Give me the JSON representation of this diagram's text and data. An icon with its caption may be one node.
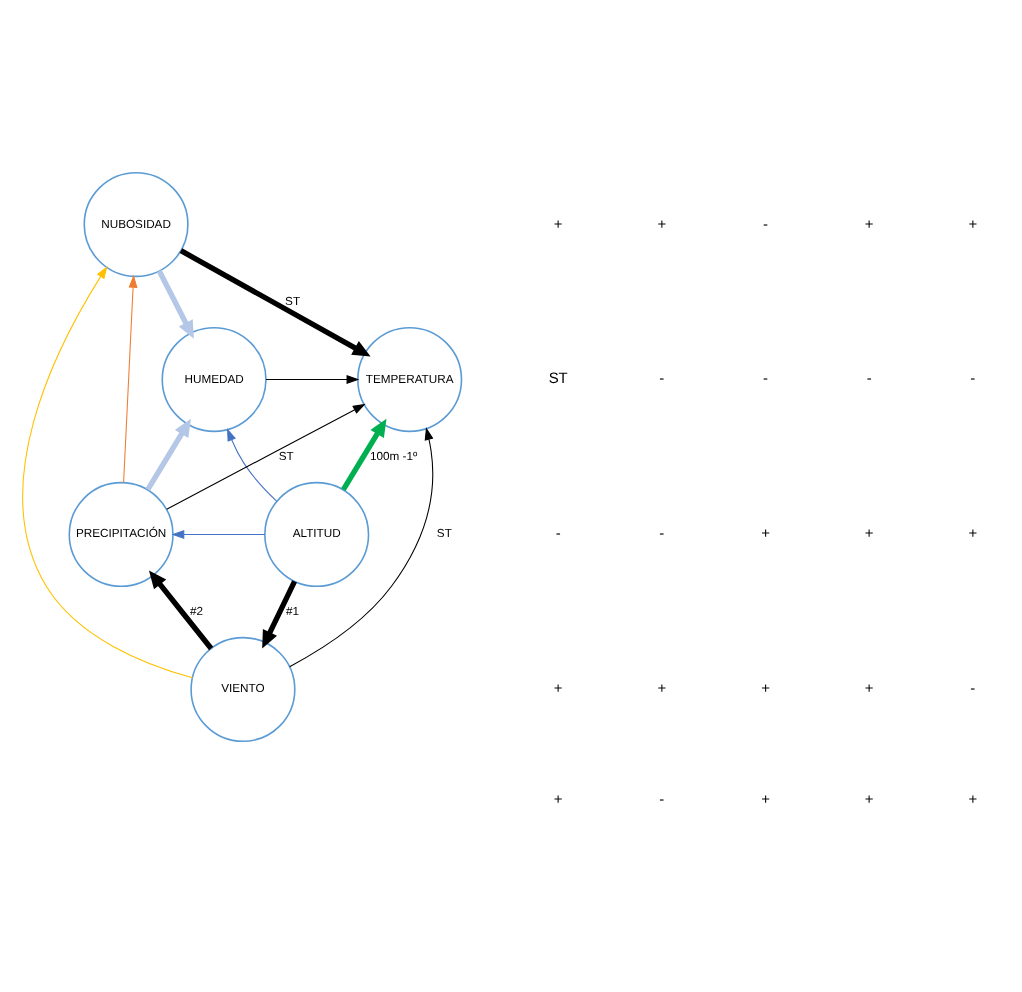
{
  "diagram": {
    "nodes": [
      {
        "text": [
          "NUBOSIDAD"
        ]
      },
      {
        "text": [
          "HUMEDAD"
        ]
      },
      {
        "text": [
          "TEMPERATURA"
        ]
      },
      {
        "text": [
          "PRECIPITACIÓN"
        ]
      },
      {
        "text": [
          "ALTITUD"
        ]
      },
      {
        "text": [
          "VIENTO"
        ]
      }
    ],
    "edges": [
      {
        "from": 0,
        "to": 1,
        "arrow": "to",
        "style": "thick",
        "color": "#b4c7e7"
      },
      {
        "from": 0,
        "to": 2,
        "arrow": "to",
        "style": "thick",
        "label": "ST"
      },
      {
        "from": 1,
        "to": 2,
        "arrow": "to"
      },
      {
        "from": 3,
        "to": 0,
        "arrow": "to",
        "color": "#ed7d31"
      },
      {
        "from": 5,
        "to": 0,
        "arrow": "to",
        "color": "#ffc000"
      },
      {
        "from": 3,
        "to": 2,
        "arrow": "to",
        "label": "ST"
      },
      {
        "from": 5,
        "to": 2,
        "arrow": "to",
        "label": "ST"
      },
      {
        "from": 4,
        "to": 1,
        "arrow": "to",
        "color": "#4472c4"
      },
      {
        "from": 4,
        "to": 3,
        "arrow": "to",
        "color": "#4472c4"
      },
      {
        "from": 3,
        "to": 1,
        "arrow": "to",
        "style": "thick",
        "color": "#b4c7e7"
      },
      {
        "from": 4,
        "to": 2,
        "arrow": "to",
        "style": "thick",
        "color": "#00b050",
        "label": "100m -1º"
      },
      {
        "from": 5,
        "to": 3,
        "arrow": "to",
        "style": "thick",
        "label": "#2"
      },
      {
        "from": 4,
        "to": 5,
        "arrow": "to",
        "style": "thick",
        "label": "#1"
      }
    ],
    "labels": [
      "+",
      "+",
      "-",
      "+",
      "+",
      "ST",
      "-",
      "-",
      "-",
      "-",
      "-",
      "-",
      "+",
      "+",
      "+",
      "+",
      "+",
      "+",
      "+",
      "-",
      "+",
      "-",
      "+",
      "+",
      "+"
    ]
  }
}
